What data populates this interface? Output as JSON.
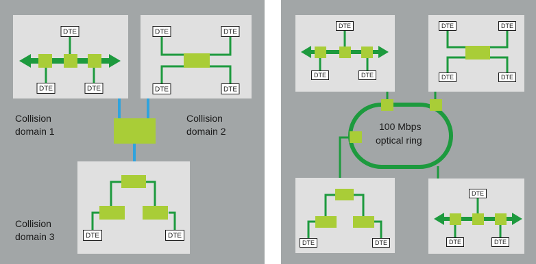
{
  "colors": {
    "panel_bg": "#a2a6a7",
    "box_bg": "#e0e0e0",
    "line_green": "#1d9a3e",
    "node_green": "#a9cd37",
    "link_blue": "#2fa3dd",
    "label_text": "#1a1a1a"
  },
  "left_panel": {
    "domain1_line1": "Collision",
    "domain1_line2": "domain 1",
    "domain2_line1": "Collision",
    "domain2_line2": "domain 2",
    "domain3_line1": "Collision",
    "domain3_line2": "domain 3"
  },
  "right_panel": {
    "ring_line1": "100 Mbps",
    "ring_line2": "optical ring"
  },
  "dte_label": "DTE"
}
